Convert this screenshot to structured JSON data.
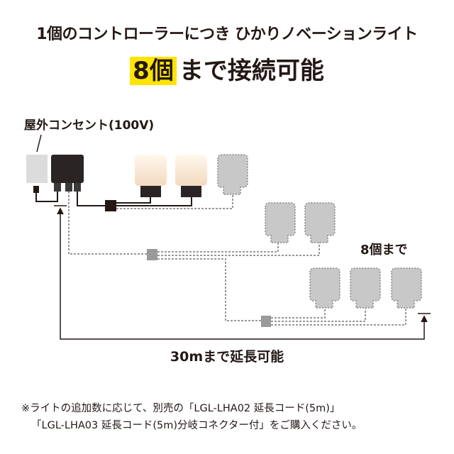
{
  "title": {
    "line1": "1個のコントローラーにつき ひかりノベーションライト",
    "count": "8個",
    "line2_rest": "まで接続可能"
  },
  "diagram": {
    "outlet_label": "屋外コンセント(100V)",
    "max_label": "8個まで",
    "extend_label": "30mまで延長可能"
  },
  "note": {
    "line1": "※ライトの追加数に応じて、別売の「LGL-LHA02 延長コード(5m)」",
    "line2": "「LGL-LHA03 延長コード(5m)分岐コネクター付」をご購入ください。"
  },
  "colors": {
    "highlight": "#ffe400",
    "ghost": "#c8c8c8"
  }
}
